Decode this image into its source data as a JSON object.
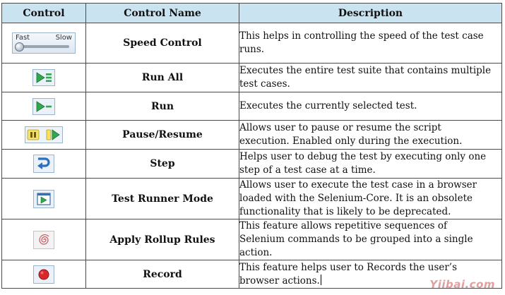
{
  "table": {
    "headers": [
      "Control",
      "Control Name",
      "Description"
    ],
    "rows": [
      {
        "icon": "speed-slider-icon",
        "speed_fast_label": "Fast",
        "speed_slow_label": "Slow",
        "name": "Speed Control",
        "description": [
          "This helps in controlling the speed of the test case",
          "runs."
        ]
      },
      {
        "icon": "run-all-icon",
        "name": "Run All",
        "description": [
          "Executes the entire test suite that contains multiple",
          "test cases."
        ]
      },
      {
        "icon": "run-icon",
        "name": "Run",
        "description": [
          "Executes the currently selected test."
        ]
      },
      {
        "icon": "pause-resume-icon",
        "name": "Pause/Resume",
        "description": [
          "Allows user to pause or resume the script",
          "execution. Enabled only during the execution."
        ]
      },
      {
        "icon": "step-icon",
        "name": "Step",
        "description": [
          "Helps user to debug the test by executing only one",
          "step of a test case at a time."
        ]
      },
      {
        "icon": "test-runner-icon",
        "name": "Test Runner Mode",
        "description": [
          "Allows user to execute the test case in a browser",
          "loaded with the Selenium-Core. It is an obsolete",
          "functionality that is likely to be deprecated."
        ]
      },
      {
        "icon": "rollup-icon",
        "name": "Apply Rollup Rules",
        "description": [
          "This feature allows repetitive sequences of",
          "Selenium commands to be grouped into a single",
          "action."
        ]
      },
      {
        "icon": "record-icon",
        "name": "Record",
        "description": [
          "This feature helps user to Records the user’s",
          "browser actions."
        ]
      }
    ]
  },
  "watermark": "Yiibai.com",
  "colors": {
    "header_bg": "#c9e3f1",
    "accent_green": "#2fa84f",
    "record_red": "#d9282b"
  }
}
